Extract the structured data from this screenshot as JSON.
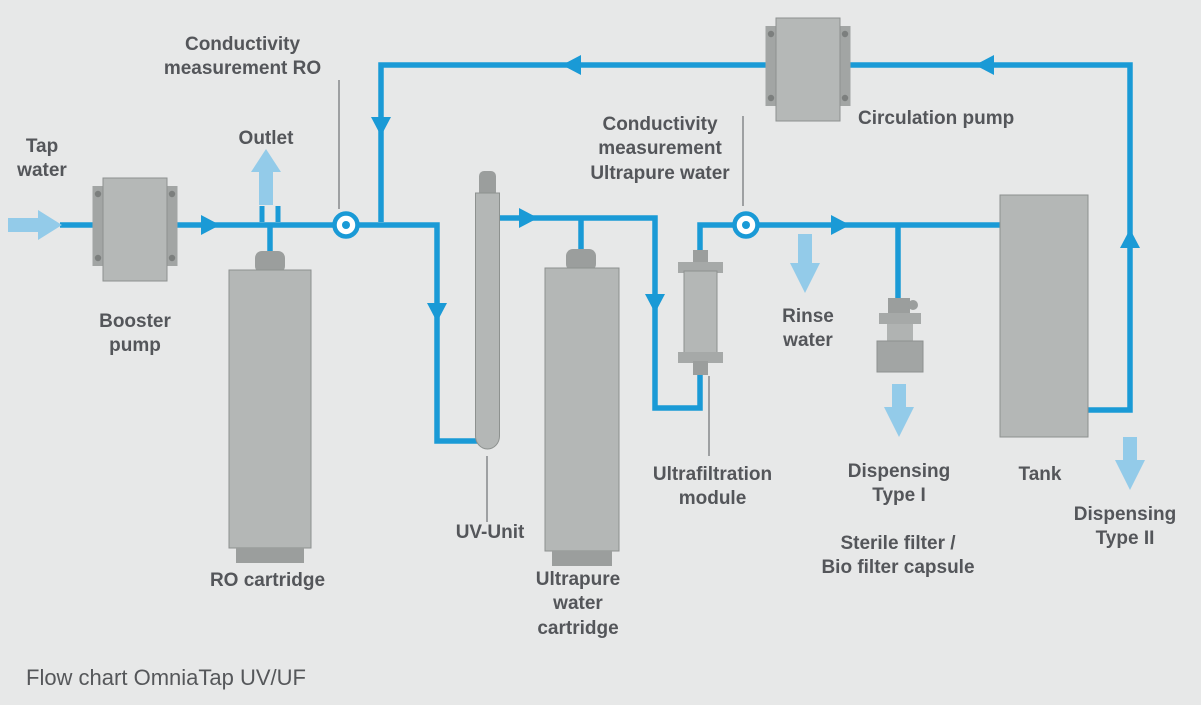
{
  "diagram": {
    "title": "Flow chart OmniaTap UV/UF",
    "colors": {
      "background": "#e7e8e8",
      "pipe_blue": "#1a9ad6",
      "soft_arrow_blue": "#93cbe9",
      "component_gray": "#b4b7b6",
      "component_dark_gray": "#9b9e9d",
      "label_text": "#54565a"
    },
    "labels": {
      "tap_water": "Tap\nwater",
      "booster_pump": "Booster\npump",
      "conductivity_ro": "Conductivity\nmeasurement RO",
      "outlet": "Outlet",
      "ro_cartridge": "RO cartridge",
      "uv_unit": "UV-Unit",
      "ultrapure_cartridge": "Ultrapure\nwater\ncartridge",
      "conductivity_ultrapure": "Conductivity\nmeasurement\nUltrapure water",
      "ultrafiltration_module": "Ultrafiltration\nmodule",
      "rinse_water": "Rinse\nwater",
      "circulation_pump": "Circulation pump",
      "dispensing_type_1": "Dispensing\nType I",
      "sterile_filter": "Sterile filter /\nBio filter capsule",
      "tank": "Tank",
      "dispensing_type_2": "Dispensing\nType II"
    }
  }
}
